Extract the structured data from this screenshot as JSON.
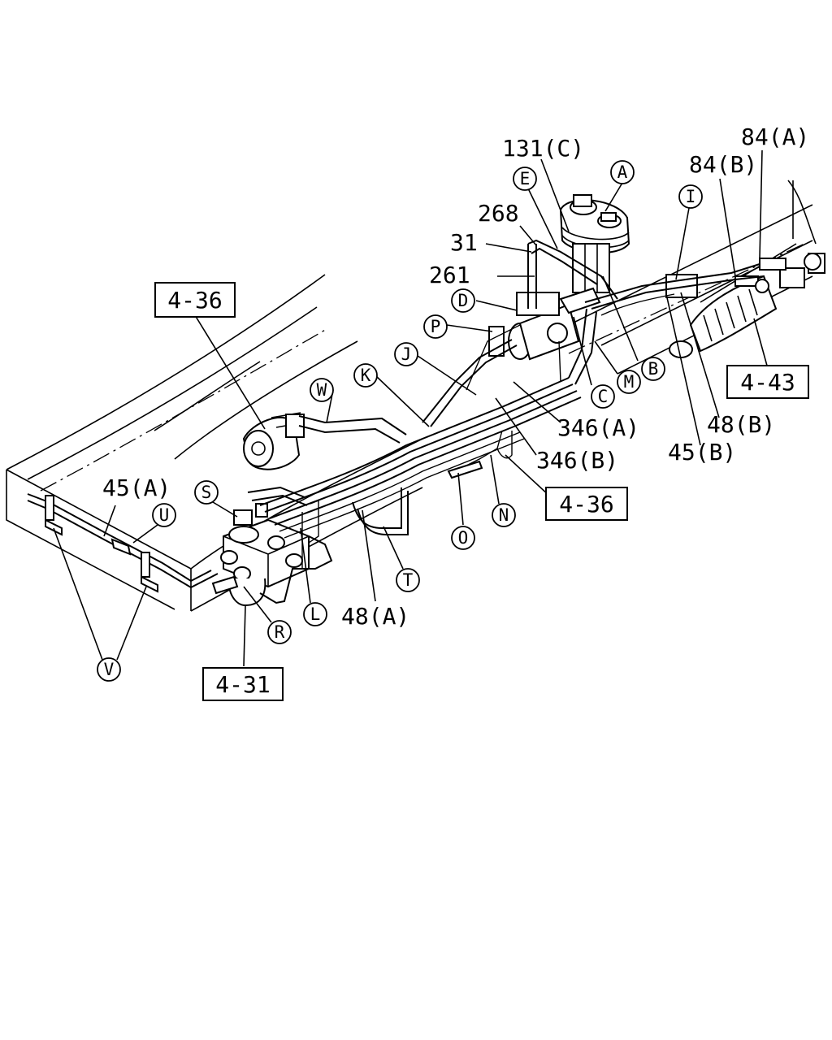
{
  "diagram": {
    "part_labels": {
      "p131c": "131(C)",
      "p84a": "84(A)",
      "p84b": "84(B)",
      "p268": "268",
      "p31": "31",
      "p261": "261",
      "p346a": "346(A)",
      "p346b": "346(B)",
      "p48b": "48(B)",
      "p45b": "45(B)",
      "p45a": "45(A)",
      "p48a": "48(A)"
    },
    "ref_boxes": {
      "r436_top": "4-36",
      "r443": "4-43",
      "r436_mid": "4-36",
      "r431": "4-31"
    },
    "callouts": {
      "A": "A",
      "E": "E",
      "I": "I",
      "D": "D",
      "P": "P",
      "J": "J",
      "K": "K",
      "W": "W",
      "B": "B",
      "M": "M",
      "C": "C",
      "S": "S",
      "U": "U",
      "N": "N",
      "O": "O",
      "T": "T",
      "L": "L",
      "R": "R",
      "V": "V"
    }
  }
}
